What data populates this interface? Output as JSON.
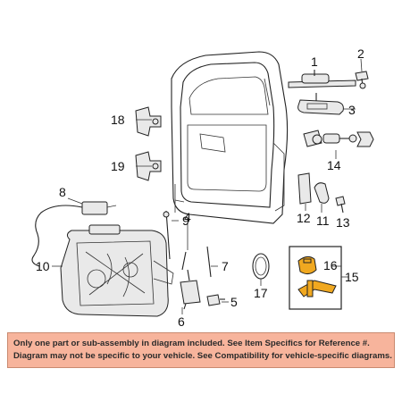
{
  "diagram": {
    "callouts": [
      {
        "id": "c1",
        "label": "1"
      },
      {
        "id": "c2",
        "label": "2"
      },
      {
        "id": "c3",
        "label": "3"
      },
      {
        "id": "c4",
        "label": "14"
      },
      {
        "id": "c5",
        "label": "18"
      },
      {
        "id": "c6",
        "label": "19"
      },
      {
        "id": "c7",
        "label": "8"
      },
      {
        "id": "c8",
        "label": "9"
      },
      {
        "id": "c9",
        "label": "10"
      },
      {
        "id": "c10",
        "label": "4"
      },
      {
        "id": "c11",
        "label": "7"
      },
      {
        "id": "c12",
        "label": "6"
      },
      {
        "id": "c13",
        "label": "5"
      },
      {
        "id": "c14",
        "label": "17"
      },
      {
        "id": "c15",
        "label": "12"
      },
      {
        "id": "c16",
        "label": "11"
      },
      {
        "id": "c17",
        "label": "13"
      },
      {
        "id": "c18",
        "label": "16"
      },
      {
        "id": "c19",
        "label": "15"
      }
    ]
  },
  "notice": {
    "line1": "Only one part or sub-assembly in diagram included. See Item Specifics for Reference #.",
    "line2": "Diagram may not be specific to your vehicle. See Compatibility for vehicle-specific diagrams."
  },
  "colors": {
    "highlight": "#f0a820",
    "notice_bg": "#f7b49c"
  }
}
